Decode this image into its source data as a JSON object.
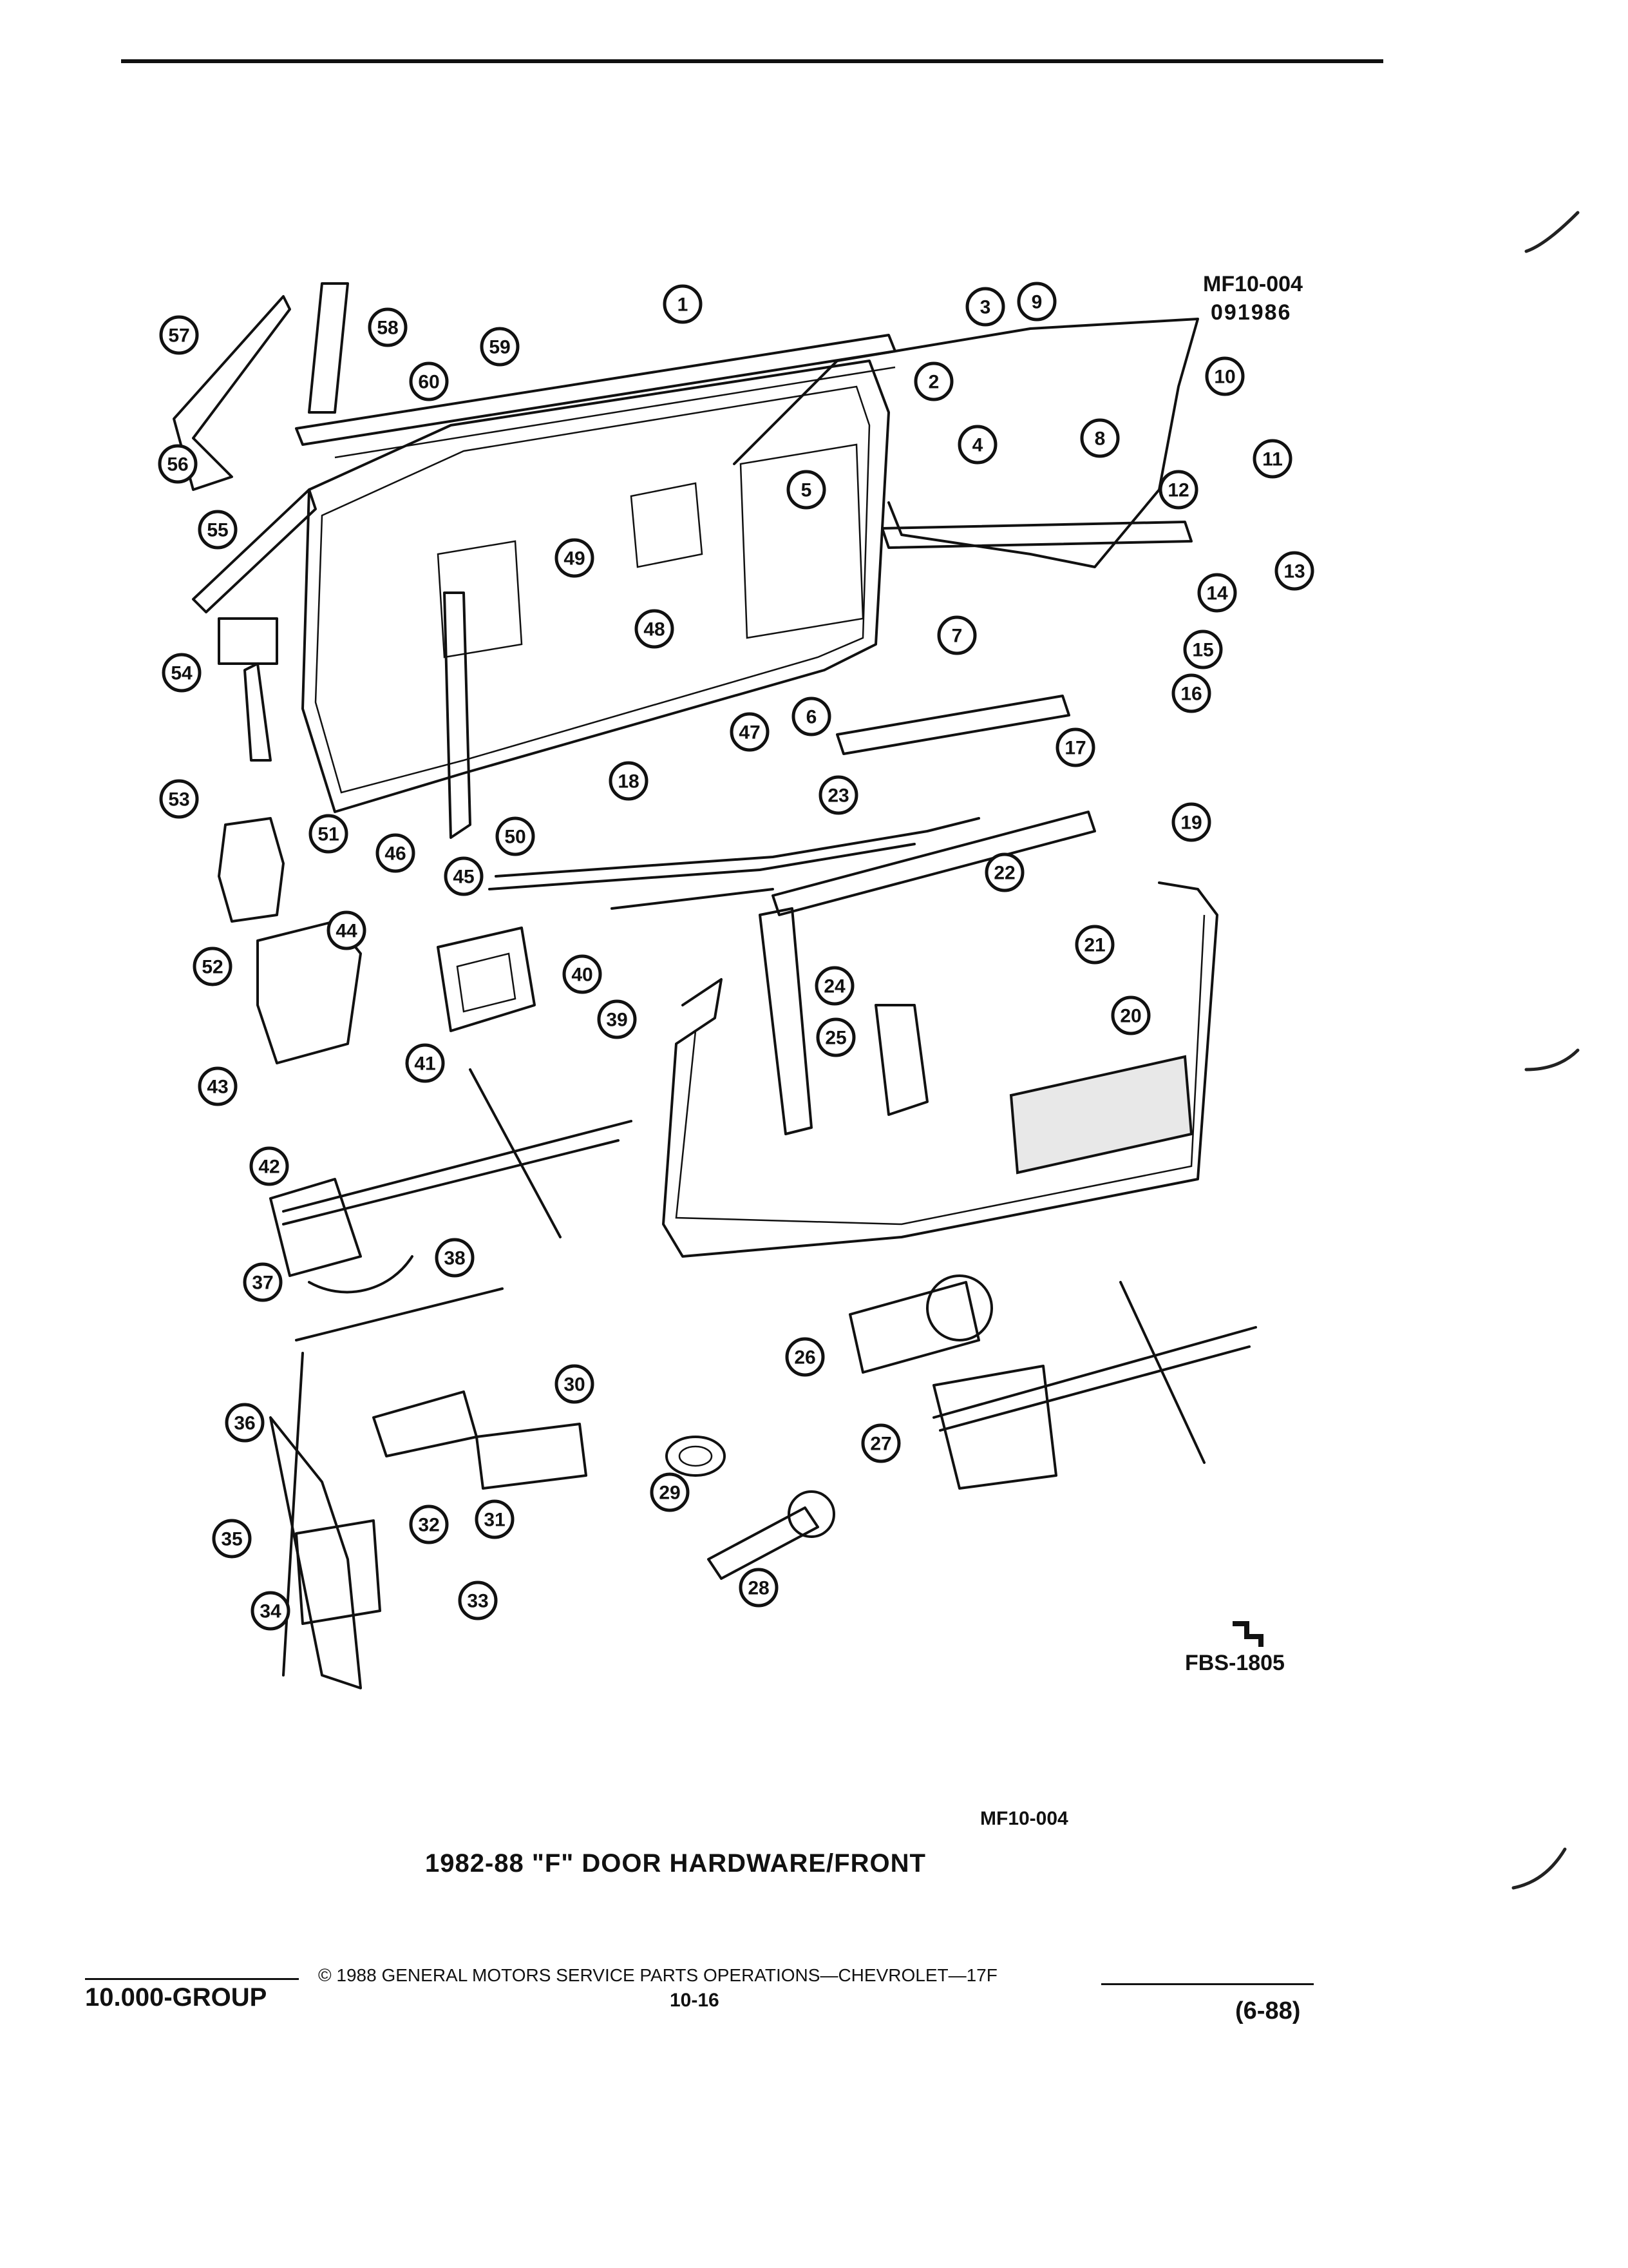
{
  "header": {
    "drawing_code": "MF10-004",
    "drawing_date": "091986"
  },
  "diagram": {
    "artist_code": "FBS-1805",
    "reference": "MF10-004",
    "title": "1982-88 \"F\" DOOR HARDWARE/FRONT",
    "callouts": [
      "1",
      "2",
      "3",
      "4",
      "5",
      "6",
      "7",
      "8",
      "9",
      "10",
      "11",
      "12",
      "13",
      "14",
      "15",
      "16",
      "17",
      "18",
      "19",
      "20",
      "21",
      "22",
      "23",
      "24",
      "25",
      "26",
      "27",
      "28",
      "29",
      "30",
      "31",
      "32",
      "33",
      "34",
      "35",
      "36",
      "37",
      "38",
      "39",
      "40",
      "41",
      "42",
      "43",
      "44",
      "45",
      "46",
      "47",
      "48",
      "49",
      "50",
      "51",
      "52",
      "53",
      "54",
      "55",
      "56",
      "57",
      "58",
      "59",
      "60"
    ]
  },
  "footer": {
    "group": "10.000-GROUP",
    "copyright": "© 1988 GENERAL MOTORS SERVICE PARTS OPERATIONS—CHEVROLET—17F",
    "page": "10-16",
    "revision": "(6-88)"
  }
}
